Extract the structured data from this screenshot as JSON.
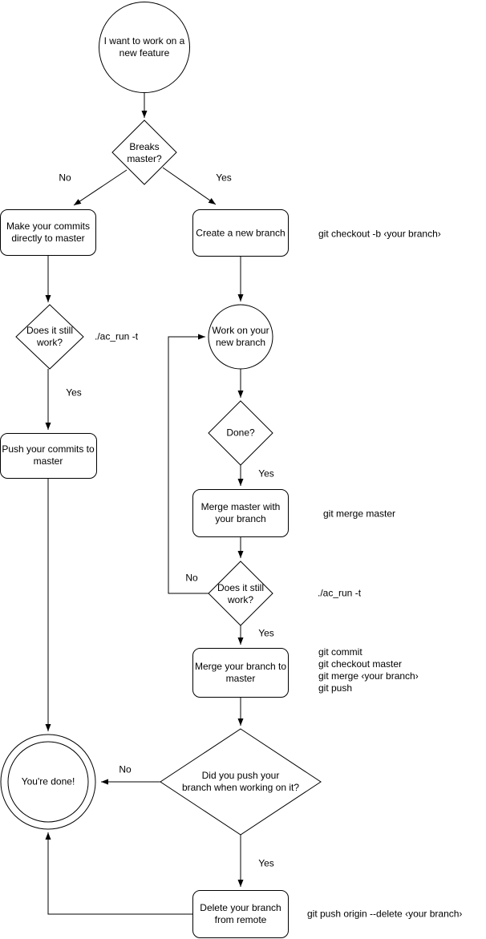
{
  "flowchart": {
    "background_color": "#ffffff",
    "stroke_color": "#000000",
    "text_color": "#000000",
    "nodes": {
      "start": {
        "type": "circle",
        "label": "I want to work on a\nnew feature"
      },
      "breaks_master": {
        "type": "decision",
        "label": "Breaks master?"
      },
      "make_commits": {
        "type": "process",
        "label": "Make your commits\ndirectly to master"
      },
      "create_branch": {
        "type": "process",
        "label": "Create a new branch"
      },
      "still_work_left": {
        "type": "decision",
        "label": "Does it still\nwork?"
      },
      "push_commits": {
        "type": "process",
        "label": "Push your commits to\nmaster"
      },
      "work_branch": {
        "type": "circle",
        "label": "Work on your\nnew branch"
      },
      "done_q": {
        "type": "decision",
        "label": "Done?"
      },
      "merge_master": {
        "type": "process",
        "label": "Merge master with\nyour branch"
      },
      "still_work_right": {
        "type": "decision",
        "label": "Does it still\nwork?"
      },
      "merge_branch": {
        "type": "process",
        "label": "Merge your branch to\nmaster"
      },
      "did_push": {
        "type": "decision",
        "label": "Did you push your\nbranch when working on it?"
      },
      "youre_done": {
        "type": "terminal",
        "label": "You're done!"
      },
      "delete_branch": {
        "type": "process",
        "label": "Delete your branch\nfrom remote"
      }
    },
    "edge_labels": {
      "breaks_no": "No",
      "breaks_yes": "Yes",
      "still_left_yes": "Yes",
      "done_yes": "Yes",
      "still_right_no": "No",
      "still_right_yes": "Yes",
      "did_push_no": "No",
      "did_push_yes": "Yes"
    },
    "commands": {
      "checkout_b": "git checkout -b ‹your branch›",
      "ac_run_left": "./ac_run -t",
      "merge_master": "git merge master",
      "ac_run_right": "./ac_run -t",
      "merge_block": "git commit\ngit checkout master\ngit merge ‹your branch›\ngit push",
      "push_delete": "git push origin --delete ‹your branch›"
    }
  }
}
